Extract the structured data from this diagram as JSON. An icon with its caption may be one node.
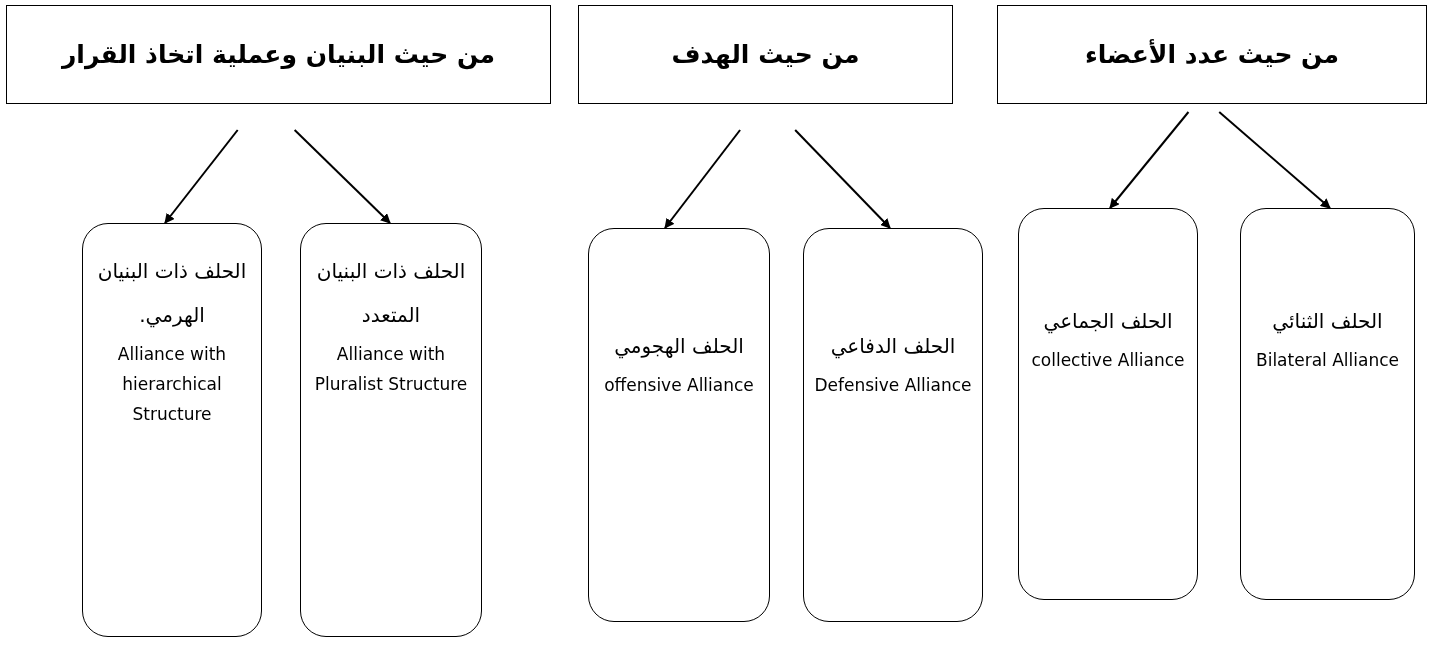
{
  "diagram": {
    "nodes": [
      {
        "text": [
          "من حيث عدد الأعضاء"
        ]
      },
      {
        "text": [
          "من حيث الهدف"
        ]
      },
      {
        "text": [
          "من حيث البنيان وعملية اتخاذ القرار"
        ]
      },
      {
        "text": [
          "الحلف الثنائي",
          "Bilateral Alliance"
        ]
      },
      {
        "text": [
          "الحلف الجماعي",
          "collective Alliance"
        ]
      },
      {
        "text": [
          "الحلف الدفاعي",
          "Defensive Alliance"
        ]
      },
      {
        "text": [
          "الحلف الهجومي",
          "offensive Alliance"
        ]
      },
      {
        "text": [
          "الحلف ذات البنيان المتعدد",
          "Alliance with Pluralist Structure"
        ]
      },
      {
        "text": [
          "الحلف ذات البنيان الهرمي.",
          "Alliance with hierarchical Structure"
        ]
      }
    ],
    "edges": [
      {
        "from": 0,
        "to": 4,
        "arrow": "to"
      },
      {
        "from": 0,
        "to": 3,
        "arrow": "to"
      },
      {
        "from": 1,
        "to": 6,
        "arrow": "to"
      },
      {
        "from": 1,
        "to": 5,
        "arrow": "to"
      },
      {
        "from": 2,
        "to": 8,
        "arrow": "to"
      },
      {
        "from": 2,
        "to": 7,
        "arrow": "to"
      }
    ]
  }
}
